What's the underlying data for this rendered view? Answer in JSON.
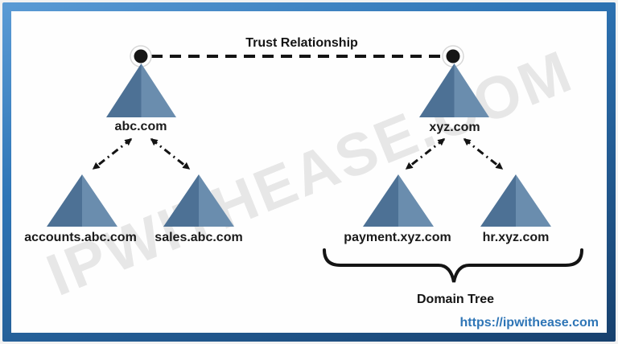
{
  "watermark": "IPWITHEASE.COM",
  "trust": {
    "label": "Trust Relationship"
  },
  "forest": {
    "trees": [
      {
        "root": "abc.com",
        "children": [
          "accounts.abc.com",
          "sales.abc.com"
        ]
      },
      {
        "root": "xyz.com",
        "children": [
          "payment.xyz.com",
          "hr.xyz.com"
        ]
      }
    ]
  },
  "domain_tree": {
    "label": "Domain Tree"
  },
  "footer": {
    "link": "https://ipwithease.com"
  },
  "colors": {
    "triangle-left": "#4d7195",
    "triangle-right": "#6a8dae",
    "frame-light": "#5b9bd5",
    "frame-dark": "#17406d",
    "link": "#2e75b6",
    "watermark": "#e7e7e7",
    "ink": "#141414"
  }
}
